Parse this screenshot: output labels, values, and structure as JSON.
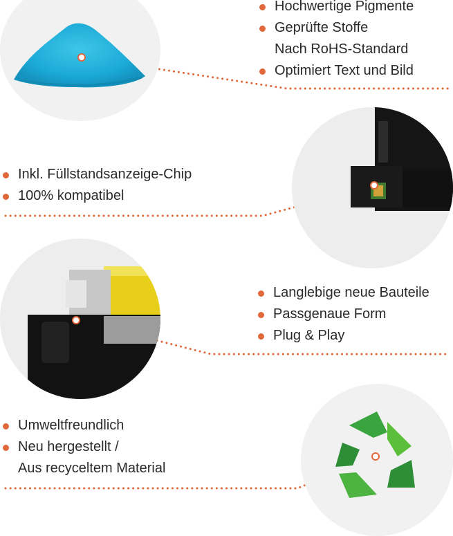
{
  "accent_color": "#e0683a",
  "sections": [
    {
      "image": "cyan-toner-powder",
      "bullets": [
        "Hochwertige Pigmente",
        "Geprüfte Stoffe",
        "Nach RoHS-Standard",
        "Optimiert Text und Bild"
      ]
    },
    {
      "image": "cartridge-chip",
      "bullets": [
        "Inkl. Füllstandsanzeige-Chip",
        "100% kompatibel"
      ]
    },
    {
      "image": "cartridge-drum",
      "bullets": [
        "Langlebige neue Bauteile",
        "Passgenaue Form",
        "Plug & Play"
      ]
    },
    {
      "image": "recycle-icon",
      "bullets": [
        "Umweltfreundlich",
        "Neu hergestellt /",
        "Aus recyceltem Material"
      ]
    }
  ]
}
